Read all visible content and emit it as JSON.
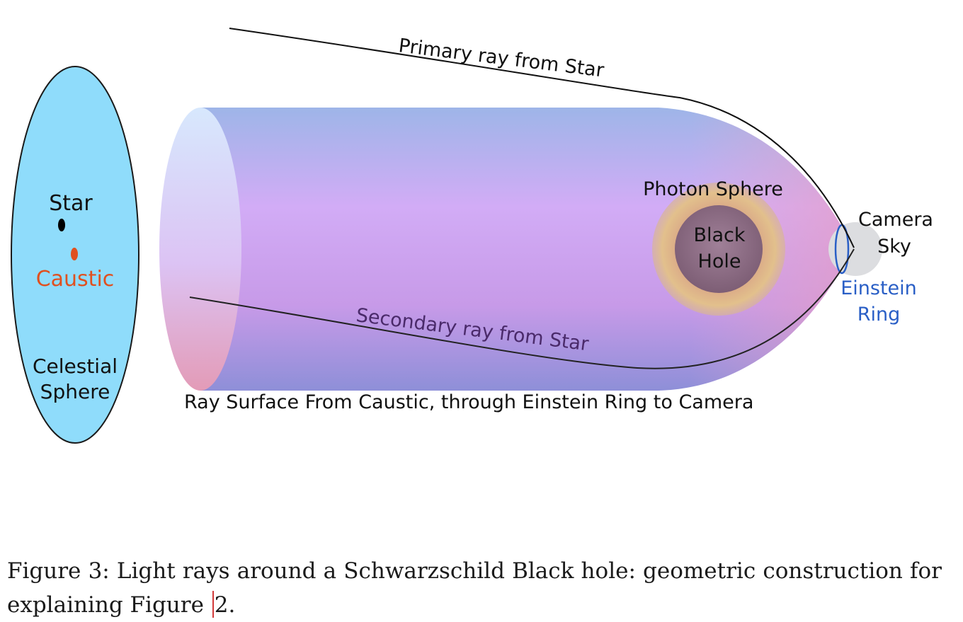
{
  "diagram": {
    "labels": {
      "primary_ray": "Primary ray from Star",
      "secondary_ray": "Secondary ray  from Star",
      "star": "Star",
      "caustic": "Caustic",
      "celestial_sphere_line1": "Celestial",
      "celestial_sphere_line2": "Sphere",
      "photon_sphere": "Photon Sphere",
      "black_hole_line1": "Black",
      "black_hole_line2": "Hole",
      "camera_sky_line1": "Camera",
      "camera_sky_line2": "Sky",
      "einstein_ring_line1": "Einstein",
      "einstein_ring_line2": "Ring",
      "ray_surface": "Ray Surface From Caustic, through Einstein Ring to Camera"
    },
    "colors": {
      "celestial_sphere": "#8fdcfb",
      "caustic": "#e0501f",
      "einstein_ring": "#2a5fc6",
      "ray_surface": "#c9a6ef"
    }
  },
  "caption": {
    "main": "Figure 3:  Light rays around a Schwarzschild Black hole:  geometric construction for explaining Figure ",
    "number": "2",
    "end": "."
  }
}
